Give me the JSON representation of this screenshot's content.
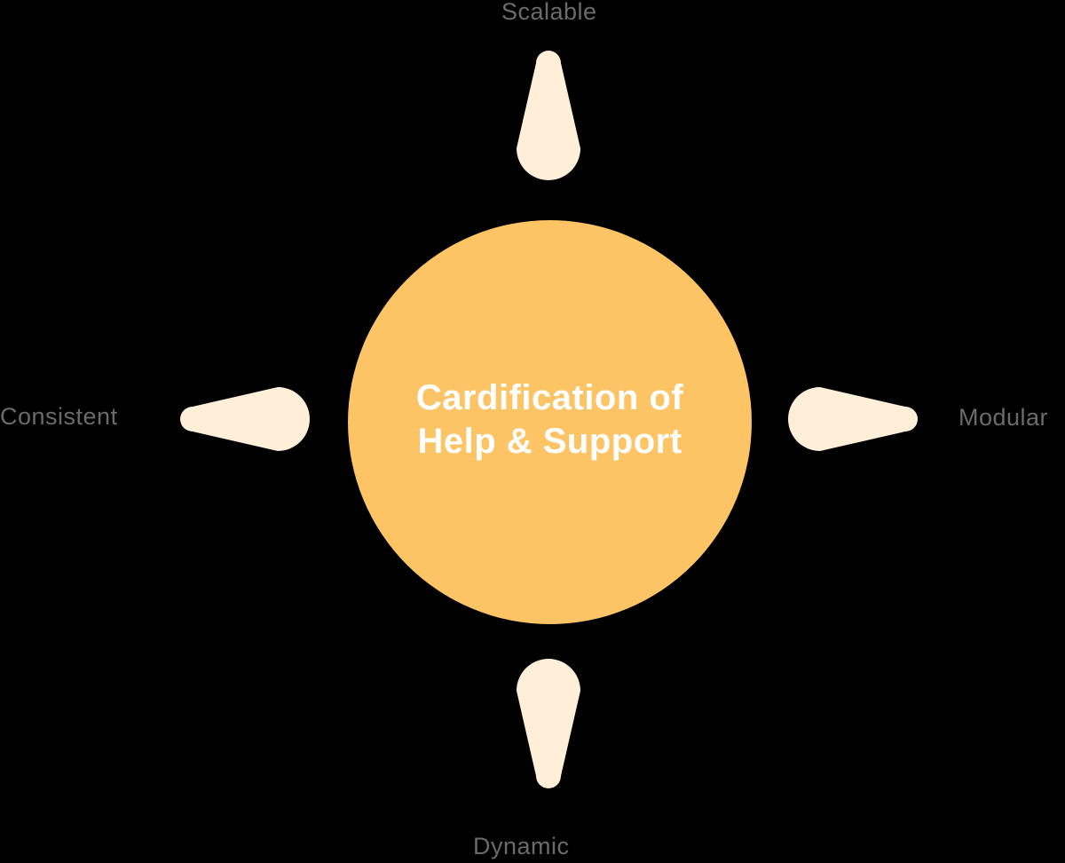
{
  "colors": {
    "background": "#000000",
    "circle": "#FCC464",
    "petal": "#FFEFD8",
    "label": "#6B6B6B",
    "title": "#FFFFFF"
  },
  "diagram": {
    "title": {
      "line1": "Cardification of",
      "line2": "Help & Support"
    },
    "labels": {
      "top": "Scalable",
      "right": "Modular",
      "bottom": "Dynamic",
      "left": "Consistent"
    }
  }
}
